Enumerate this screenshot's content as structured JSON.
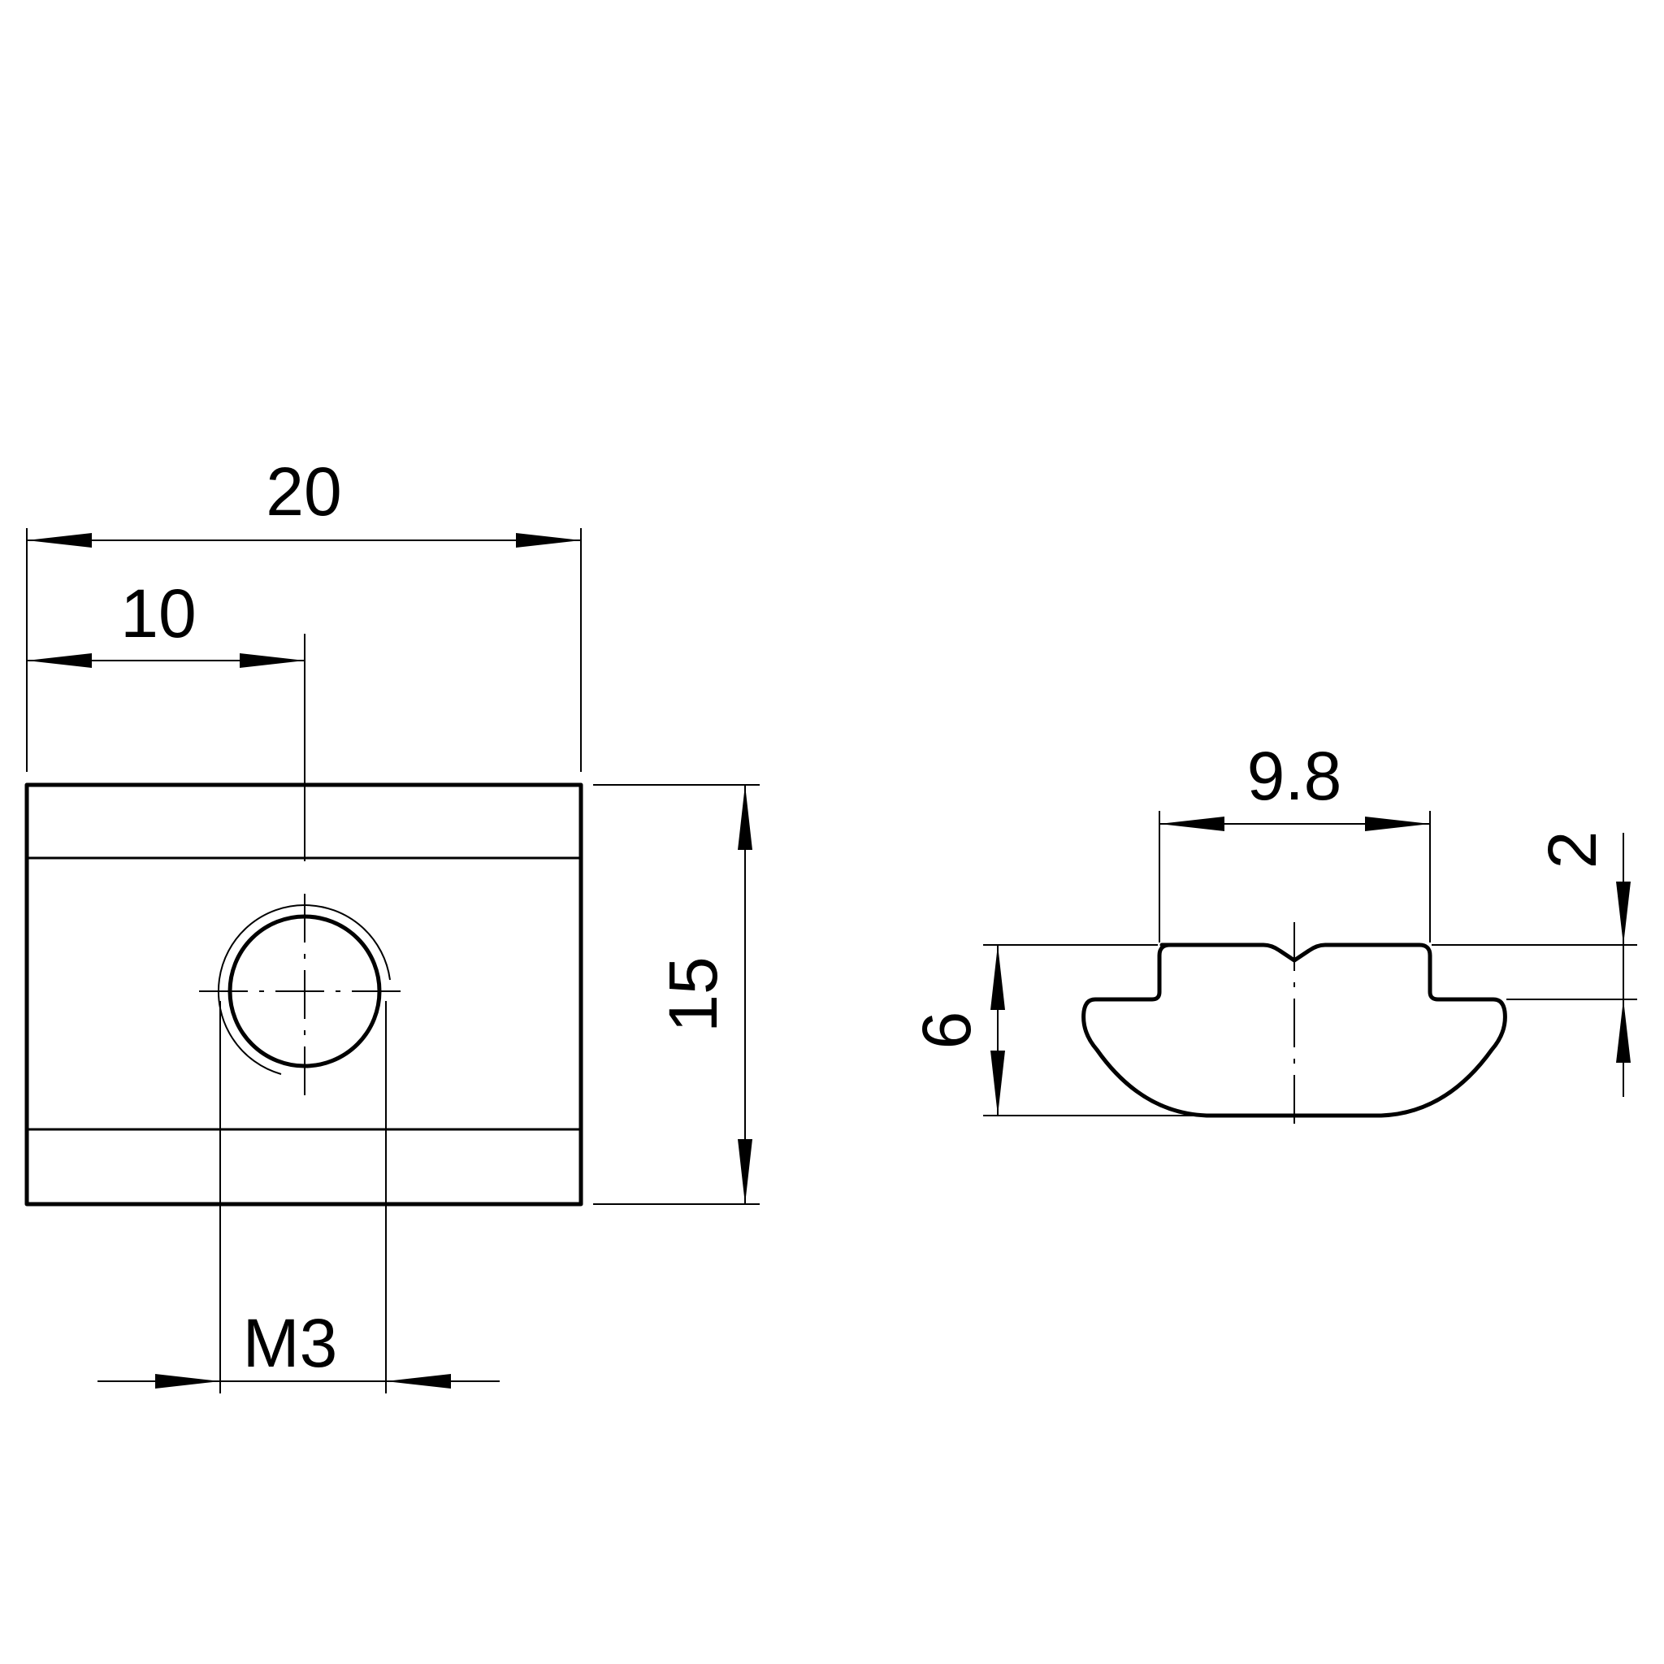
{
  "front_view": {
    "dim_width": "20",
    "dim_center": "10",
    "dim_height": "15",
    "dim_thread": "M3"
  },
  "side_view": {
    "dim_top_width": "9.8",
    "dim_height": "6",
    "dim_step": "2"
  },
  "colors": {
    "line": "#000000",
    "background": "#ffffff"
  }
}
